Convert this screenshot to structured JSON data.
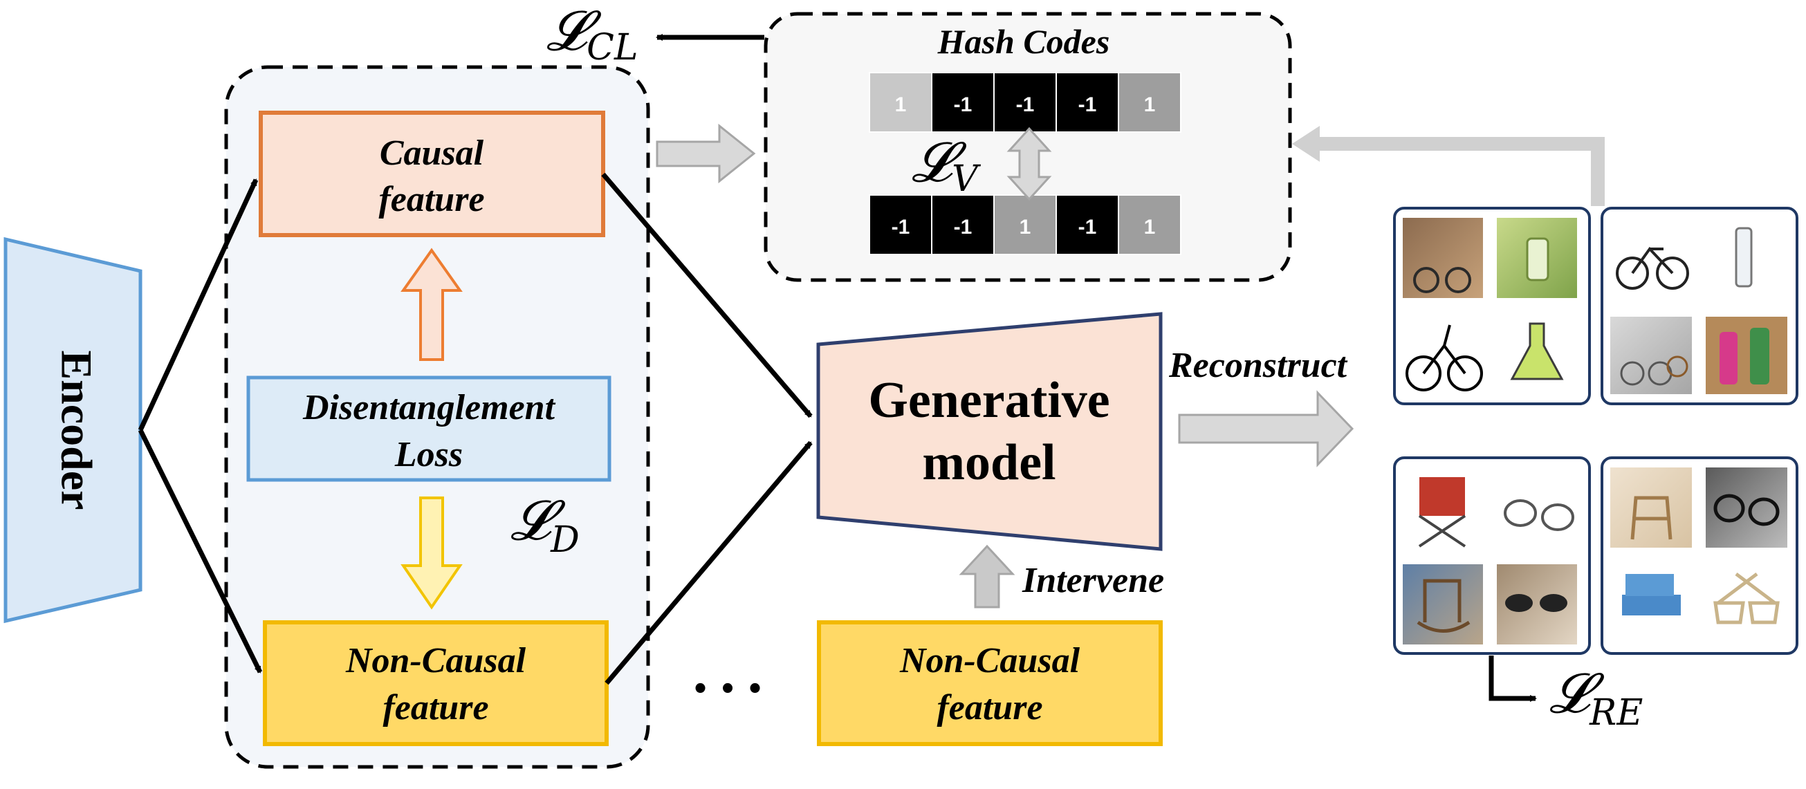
{
  "encoder": {
    "label": "Encoder"
  },
  "causal_feature": {
    "line1": "Causal",
    "line2": "feature"
  },
  "disentanglement_loss": {
    "line1": "Disentanglement",
    "line2": "Loss"
  },
  "non_causal_feature_left": {
    "line1": "Non-Causal",
    "line2": "feature"
  },
  "non_causal_feature_right": {
    "line1": "Non-Causal",
    "line2": "feature"
  },
  "generative_model": {
    "line1": "Generative",
    "line2": "model"
  },
  "hash_codes": {
    "title": "Hash Codes",
    "row1": [
      "1",
      "-1",
      "-1",
      "-1",
      "1"
    ],
    "row2": [
      "-1",
      "-1",
      "1",
      "-1",
      "1"
    ]
  },
  "losses": {
    "cl": {
      "symbol": "𝓛",
      "sub": "CL"
    },
    "v": {
      "symbol": "𝓛",
      "sub": "V"
    },
    "d": {
      "symbol": "𝓛",
      "sub": "D"
    },
    "re": {
      "symbol": "𝓛",
      "sub": "RE"
    }
  },
  "labels": {
    "reconstruct": "Reconstruct",
    "intervene": "Intervene",
    "ellipsis": "• • •"
  },
  "image_panels": {
    "top_left": [
      "bicycle-by-door",
      "bottle-in-nature",
      "bicycle-rider-sketch",
      "flask-illustration"
    ],
    "top_right": [
      "bicycle-product",
      "water-bottle-product",
      "parked-bicycles",
      "water-bottles-shelf"
    ],
    "bottom_left": [
      "folding-chair",
      "eyeglasses",
      "rocking-chair",
      "sunglasses"
    ],
    "bottom_right": [
      "chair-painting",
      "glasses-sketch",
      "blue-armchair",
      "glasses-drawing"
    ]
  },
  "colors": {
    "encoder_fill": "#dbe9f7",
    "encoder_stroke": "#5b9bd5",
    "causal_fill": "#fbe2d5",
    "causal_stroke": "#e07b39",
    "disent_fill": "#ddebf7",
    "disent_stroke": "#5b9bd5",
    "noncausal_fill": "#ffd966",
    "noncausal_stroke": "#f2b900",
    "generative_fill": "#fbe2d5",
    "generative_stroke": "#2f3f6e",
    "group_fill": "#f3f6fa",
    "panel_stroke": "#1f3864",
    "grey_arrow": "#c9c9c9"
  }
}
